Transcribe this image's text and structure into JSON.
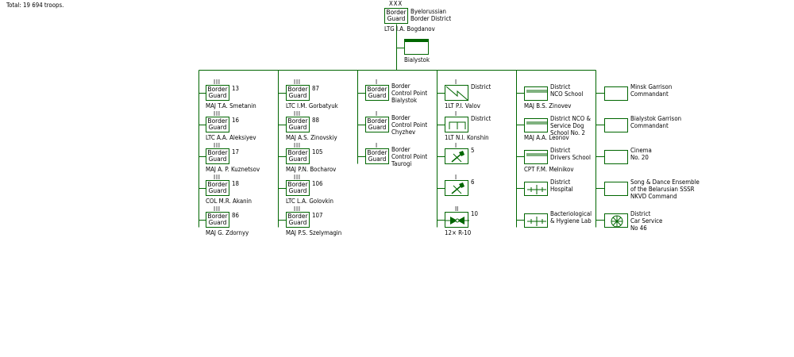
{
  "total": "Total: 19 694 troops.",
  "hq": {
    "echelon": "XXX",
    "box_line1": "Border",
    "box_line2": "Guard",
    "name_line1": "Byelorussian",
    "name_line2": "Border District",
    "commander": "LTG I.A. Bogdanov"
  },
  "hq_sub": {
    "label": "Bialystok"
  },
  "detachments": [
    {
      "echelon": "III",
      "box_line1": "Border",
      "box_line2": "Guard",
      "number": "13",
      "commander": "MAJ T.A. Smetanin"
    },
    {
      "echelon": "III",
      "box_line1": "Border",
      "box_line2": "Guard",
      "number": "16",
      "commander": "LTC A.A. Aleksiyev"
    },
    {
      "echelon": "III",
      "box_line1": "Border",
      "box_line2": "Guard",
      "number": "17",
      "commander": "MAJ A. P. Kuznetsov"
    },
    {
      "echelon": "III",
      "box_line1": "Border",
      "box_line2": "Guard",
      "number": "18",
      "commander": "COL M.R. Akanin"
    },
    {
      "echelon": "III",
      "box_line1": "Border",
      "box_line2": "Guard",
      "number": "86",
      "commander": "MAJ G. Zdornyy"
    },
    {
      "echelon": "III",
      "box_line1": "Border",
      "box_line2": "Guard",
      "number": "87",
      "commander": "LTC I.M. Gorbatyuk"
    },
    {
      "echelon": "III",
      "box_line1": "Border",
      "box_line2": "Guard",
      "number": "88",
      "commander": "MAJ A.S. Zinovskiy"
    },
    {
      "echelon": "III",
      "box_line1": "Border",
      "box_line2": "Guard",
      "number": "105",
      "commander": "MAJ P.N. Bocharov"
    },
    {
      "echelon": "III",
      "box_line1": "Border",
      "box_line2": "Guard",
      "number": "106",
      "commander": "LTC L.A. Golovkin"
    },
    {
      "echelon": "III",
      "box_line1": "Border",
      "box_line2": "Guard",
      "number": "107",
      "commander": "MAJ P.S. Szelymagin"
    }
  ],
  "control_points": [
    {
      "echelon": "I",
      "box_line1": "Border",
      "box_line2": "Guard",
      "l1": "Border",
      "l2": "Control Point",
      "l3": "Bialystok"
    },
    {
      "echelon": "I",
      "box_line1": "Border",
      "box_line2": "Guard",
      "l1": "Border",
      "l2": "Control Point",
      "l3": "Chyzhev"
    },
    {
      "echelon": "I",
      "box_line1": "Border",
      "box_line2": "Guard",
      "l1": "Border",
      "l2": "Control Point",
      "l3": "Taurogi"
    }
  ],
  "support": [
    {
      "echelon": "I",
      "symbol": "signal",
      "label": "District",
      "commander": "1LT P.I. Valov"
    },
    {
      "echelon": "I",
      "symbol": "bridge",
      "label": "District",
      "commander": "1LT N.I. Konshin"
    },
    {
      "echelon": "I",
      "symbol": "engineer",
      "label": "5",
      "commander": ""
    },
    {
      "echelon": "I",
      "symbol": "engineer",
      "label": "6",
      "commander": ""
    },
    {
      "echelon": "II",
      "symbol": "aviation",
      "label": "10",
      "commander": "12× R-10"
    }
  ],
  "schools": [
    {
      "symbol": "school",
      "l1": "District",
      "l2": "NCO School",
      "l3": "",
      "commander": "MAJ B.S. Zinovev"
    },
    {
      "symbol": "school",
      "l1": "District NCO &",
      "l2": "Service Dog",
      "l3": "School No. 2",
      "commander": "MAJ A.A. Leonov"
    },
    {
      "symbol": "school",
      "l1": "District",
      "l2": "Drivers School",
      "l3": "",
      "commander": "CPT F.M. Melnikov"
    },
    {
      "symbol": "hospital",
      "l1": "District",
      "l2": "Hospital",
      "l3": "",
      "commander": ""
    },
    {
      "symbol": "hospital",
      "l1": "Bacteriological",
      "l2": "& Hygiene Lab",
      "l3": "",
      "commander": ""
    }
  ],
  "misc": [
    {
      "symbol": "plain",
      "l1": "Minsk Garrison",
      "l2": "Commandant",
      "l3": ""
    },
    {
      "symbol": "plain",
      "l1": "Bialystok Garrison",
      "l2": "Commandant",
      "l3": ""
    },
    {
      "symbol": "plain",
      "l1": "Cinema",
      "l2": "No. 20",
      "l3": ""
    },
    {
      "symbol": "plain",
      "l1": "Song & Dance Ensemble",
      "l2": "of the Belarusian SSSR",
      "l3": "NKVD Command"
    },
    {
      "symbol": "wheel",
      "l1": "District",
      "l2": "Car Service",
      "l3": "No 46"
    }
  ],
  "colors": {
    "line": "#006600",
    "text": "#000000",
    "background": "#ffffff"
  }
}
